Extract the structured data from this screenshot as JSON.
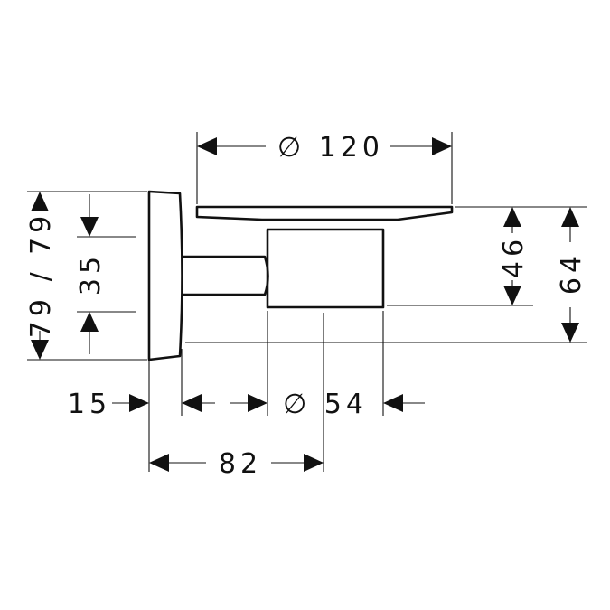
{
  "dimensions": {
    "plate_diameter": "∅ 120",
    "cup_diameter": "∅ 54",
    "projection": "82",
    "wall_gap": "15",
    "rosette_height": "79 / 79",
    "mount_height": "35",
    "cup_height": "46",
    "total_height": "64"
  }
}
